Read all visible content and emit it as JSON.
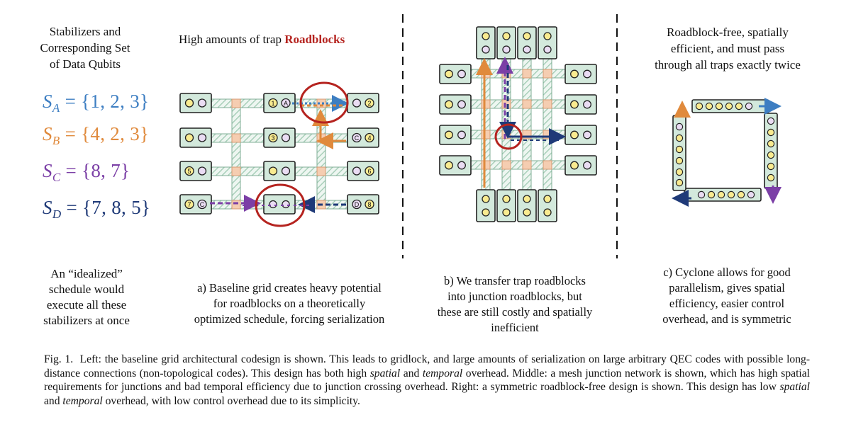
{
  "left": {
    "heading_lines": [
      "Stabilizers and",
      "Corresponding Set",
      "of Data Qubits"
    ],
    "stabilizers": [
      {
        "letter": "S",
        "sub": "A",
        "set": "= {1, 2, 3}",
        "color": "#3d7ec2"
      },
      {
        "letter": "S",
        "sub": "B",
        "set": "= {4, 2, 3}",
        "color": "#e08a3c"
      },
      {
        "letter": "S",
        "sub": "C",
        "set": "= {8, 7}",
        "color": "#7b3fa6"
      },
      {
        "letter": "S",
        "sub": "D",
        "set": "= {7, 8, 5}",
        "color": "#1f3a78"
      }
    ],
    "caption_lines": [
      "An “idealized”",
      "schedule would",
      "execute all these",
      "stabilizers at once"
    ]
  },
  "panel_a": {
    "title_prefix": "High amounts of trap ",
    "title_highlight": "Roadblocks",
    "caption_lines": [
      "a) Baseline grid creates heavy potential",
      "for roadblocks on a theoretically",
      "optimized schedule, forcing serialization"
    ],
    "trap_labels": {
      "t1": "1",
      "tA": "A",
      "t2": "2",
      "t3": "3",
      "tC": "C",
      "t4": "4",
      "t5": "5",
      "t6": "6",
      "t7": "7",
      "tCb": "C",
      "tD": "D",
      "t8": "8"
    }
  },
  "panel_b": {
    "caption_lines": [
      "b) We transfer trap roadblocks",
      "into junction roadblocks, but",
      "these are still costly and spatially",
      "inefficient"
    ]
  },
  "panel_c": {
    "heading_lines": [
      "Roadblock-free, spatially",
      "efficient, and must pass",
      "through all traps exactly twice"
    ],
    "caption_lines": [
      "c) Cyclone allows for good",
      "parallelism, gives spatial",
      "efficiency, easier control",
      "overhead, and is symmetric"
    ]
  },
  "caption": {
    "label": "Fig. 1.",
    "s1": "Left: the baseline grid architectural codesign is shown. This leads to gridlock, and large amounts of serialization on large arbitrary QEC codes with possible long-distance connections (non-topological codes). This design has both high ",
    "em1": "spatial",
    "s2": " and ",
    "em2": "temporal",
    "s3": " overhead. Middle: a mesh junction network is shown, which has high spatial requirements for junctions and bad temporal efficiency due to junction crossing overhead. Right: a symmetric roadblock-free design is shown. This design has low ",
    "em3": "spatial",
    "s4": " and ",
    "em4": "temporal",
    "s5": " overhead, with low control overhead due to its simplicity."
  },
  "colors": {
    "trap_fill": "#d3e9dc",
    "junction": "#f5cdb1",
    "ion_yellow": "#f9eb90",
    "ion_purple": "#eadcf3",
    "roadblock_red": "#b5231f",
    "blue": "#3d7ec2",
    "orange": "#e08a3c",
    "purple": "#7b3fa6",
    "navy": "#1f3a78"
  }
}
